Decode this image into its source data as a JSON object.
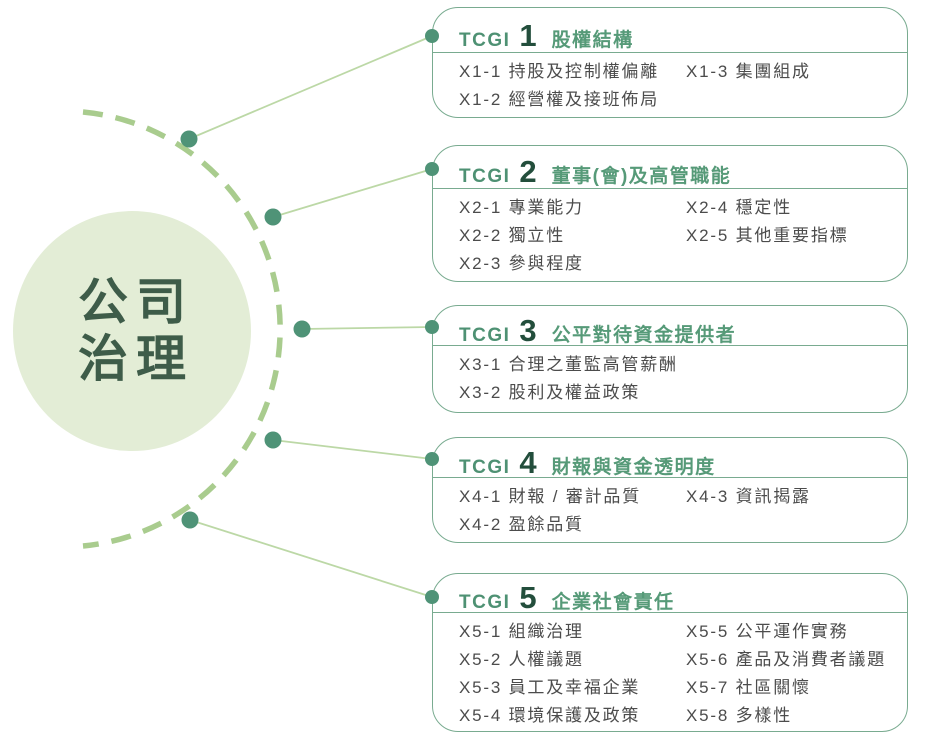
{
  "hub": {
    "title_line1": "公司",
    "title_line2": "治理"
  },
  "colors": {
    "hub_fill": "#e3edd6",
    "hub_text": "#3e5c49",
    "dashed_arc": "#a9cc8e",
    "connector_line": "#bcd8a6",
    "node_dot": "#4f9377",
    "box_border": "#79ab90",
    "prefix_green": "#4e9173",
    "number_green": "#234e3c",
    "title_green": "#569a78",
    "item_text": "#4c4c4c"
  },
  "boxes": [
    {
      "prefix": "TCGI",
      "number": "1",
      "title": "股權結構",
      "col1": [
        "X1-1 持股及控制權偏離",
        "X1-2 經營權及接班佈局"
      ],
      "col2": [
        "X1-3 集團組成"
      ]
    },
    {
      "prefix": "TCGI",
      "number": "2",
      "title": "董事(會)及高管職能",
      "col1": [
        "X2-1 專業能力",
        "X2-2 獨立性",
        "X2-3 參與程度"
      ],
      "col2": [
        "X2-4 穩定性",
        "X2-5 其他重要指標"
      ]
    },
    {
      "prefix": "TCGI",
      "number": "3",
      "title": "公平對待資金提供者",
      "col1": [
        "X3-1 合理之董監高管薪酬",
        "X3-2 股利及權益政策"
      ],
      "col2": []
    },
    {
      "prefix": "TCGI",
      "number": "4",
      "title": "財報與資金透明度",
      "col1": [
        "X4-1 財報 / 審計品質",
        "X4-2 盈餘品質"
      ],
      "col2": [
        "X4-3 資訊揭露"
      ]
    },
    {
      "prefix": "TCGI",
      "number": "5",
      "title": "企業社會責任",
      "col1": [
        "X5-1 組織治理",
        "X5-2 人權議題",
        "X5-3 員工及幸福企業",
        "X5-4 環境保護及政策"
      ],
      "col2": [
        "X5-5 公平運作實務",
        "X5-6 產品及消費者議題",
        "X5-7 社區關懷",
        "X5-8 多樣性"
      ]
    }
  ]
}
